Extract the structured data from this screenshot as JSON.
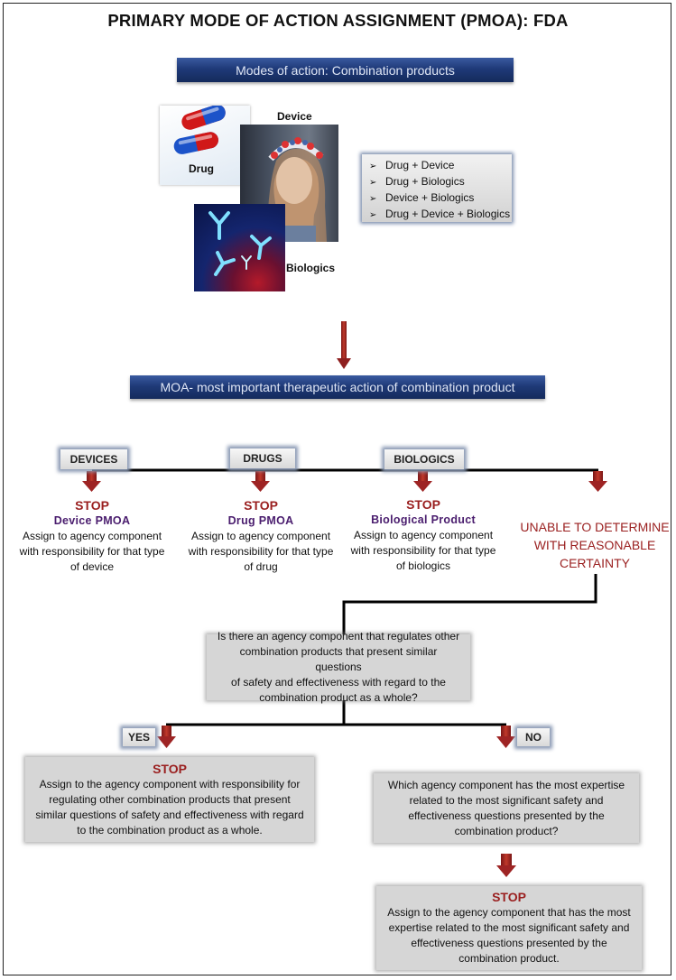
{
  "title": "PRIMARY MODE OF ACTION ASSIGNMENT (PMOA): FDA",
  "modes_banner": "Modes of action: Combination products",
  "images": {
    "drug_label": "Drug",
    "device_label": "Device",
    "biologics_label": "Biologics"
  },
  "combinations": [
    "Drug + Device",
    "Drug + Biologics",
    "Device + Biologics",
    "Drug + Device + Biologics"
  ],
  "moa_banner": "MOA- most important therapeutic action of combination product",
  "branches": [
    {
      "tag": "DEVICES",
      "stop": "STOP",
      "pmoa": "Device PMOA",
      "text": [
        "Assign to agency component",
        "with responsibility for that type",
        "of device"
      ]
    },
    {
      "tag": "DRUGS",
      "stop": "STOP",
      "pmoa": "Drug PMOA",
      "text": [
        "Assign to agency component",
        "with responsibility for that type",
        "of drug"
      ]
    },
    {
      "tag": "BIOLOGICS",
      "stop": "STOP",
      "pmoa": "Biological Product",
      "text": [
        "Assign to agency component",
        "with responsibility for that type",
        "of biologics"
      ]
    }
  ],
  "unable": [
    "UNABLE TO DETERMINE",
    "WITH REASONABLE",
    "CERTAINTY"
  ],
  "question1": [
    "Is there an agency component that regulates other",
    "combination products that present similar questions",
    "of safety and effectiveness with regard to the",
    "combination product as a whole?"
  ],
  "yes_label": "YES",
  "no_label": "NO",
  "yes_box": {
    "stop": "STOP",
    "text": [
      "Assign to the agency component with responsibility for",
      "regulating other combination products that present",
      "similar questions of safety and effectiveness with regard",
      "to the combination product as a whole."
    ]
  },
  "question2": [
    "Which agency component has the most expertise",
    "related to the most significant safety and",
    "effectiveness questions presented by the",
    "combination product?"
  ],
  "final_box": {
    "stop": "STOP",
    "text": [
      "Assign to the agency component that has the most",
      "expertise related to the most significant safety and",
      "effectiveness questions presented by the",
      "combination product."
    ]
  },
  "colors": {
    "navy": "#1f3a78",
    "stop_red": "#9a1f1f",
    "pmoa_purple": "#4a1d6e",
    "arrow_red": "#a52a2a",
    "grey_box": "#d6d6d6"
  }
}
